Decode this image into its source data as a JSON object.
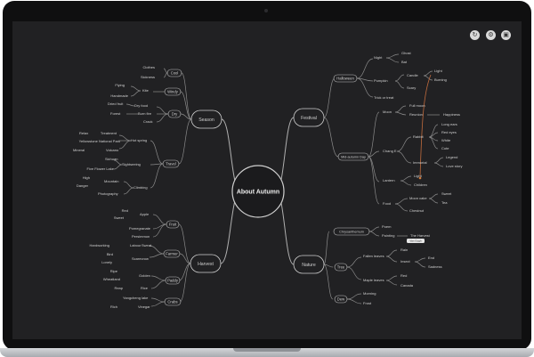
{
  "toolbar": {
    "buttons": [
      {
        "name": "refresh-button",
        "icon": "refresh-icon",
        "glyph": "↻"
      },
      {
        "name": "settings-button",
        "icon": "gear-icon",
        "glyph": "⚙"
      },
      {
        "name": "export-button",
        "icon": "image-icon",
        "glyph": "▣"
      }
    ]
  },
  "mindmap": {
    "root": "About Autumn",
    "branches": {
      "season": "Season",
      "festival": "Festival",
      "harvest": "Harvest",
      "nature": "Nature"
    },
    "season": {
      "cool": "Cool",
      "clothes": "Clothes",
      "sickness": "Sickness",
      "windy": "Windy",
      "flying": "Flying",
      "kite": "Kite",
      "handmade": "Handmade",
      "dry": "Dry",
      "dried_fruit": "Dried fruit",
      "dry_food": "Dry food",
      "forest": "Forest",
      "burn_fire": "Burn fire",
      "crack": "Crack",
      "travel": "Travel",
      "hot_spring": "Hot spring",
      "relax": "Relax",
      "treatment": "Treatment",
      "yellowstone": "Yellowstone National Park",
      "mineral": "Mineral",
      "volcano": "Volcano",
      "sightseeing": "Sightseeing",
      "sichuan": "Sichuan",
      "five_flower_lake": "Five Flower Lake",
      "climbing": "Climbing",
      "mountain": "Mountain",
      "high": "High",
      "danger": "Danger",
      "photography": "Photography"
    },
    "festival": {
      "halloween": "Halloween",
      "night": "Night",
      "ghost": "Ghost",
      "bat": "Bat",
      "pumpkin": "Pumpkin",
      "candle": "Candle",
      "light": "Light",
      "burning": "Burning",
      "scary": "Scary",
      "trick_or_treat": "Trick or treat",
      "mid_autumn": "Mid-autumn Day",
      "moon": "Moon",
      "full_moon": "Full moon",
      "reunion": "Reunion",
      "happiness": "Happiness",
      "change": "Chang E",
      "rabbit": "Rabbit",
      "long_ears": "Long ears",
      "red_eyes": "Red eyes",
      "white": "White",
      "cute": "Cute",
      "immortal": "Immortal",
      "legend": "Legend",
      "love_story": "Love story",
      "lantern": "Lantern",
      "lantern_light": "Light",
      "children": "Children",
      "food": "Food",
      "mooncake": "Moon cake",
      "sweet": "Sweet",
      "tea": "Tea",
      "chestnut": "Chestnut"
    },
    "harvest": {
      "fruit": "Fruit",
      "apple": "Apple",
      "red": "Red",
      "sweet": "Sweet",
      "pomegranate": "Pomegranate",
      "persimmon": "Persimmon",
      "farmer": "Farmer",
      "labour": "Labour",
      "sweat": "Sweat",
      "hardworking": "Hardworking",
      "bird": "Bird",
      "scarecrow": "Scarecrow",
      "lonely": "Lonely",
      "paddy": "Paddy",
      "ripe": "Ripe",
      "golden": "Golden",
      "wheatland": "Wheatland",
      "reap": "Reap",
      "rice": "Rice",
      "crabs": "Crabs",
      "yangcheng_lake": "Yangcheng lake",
      "rich": "Rich",
      "vinegar": "Vinegar"
    },
    "nature": {
      "chrysanthemum": "Chrysanthemum",
      "poem": "Poem",
      "painting": "Painting",
      "the_harvest": "The Harvest",
      "tag": "Van Gogh",
      "tree": "Tree",
      "fallen_leaves": "Fallen leaves",
      "rain": "Rain",
      "insect": "Insect",
      "end": "End",
      "sadness": "Sadness",
      "maple_leaves": "Maple leaves",
      "maple_red": "Red",
      "canada": "Canada",
      "dew": "Dew",
      "morning": "Morning",
      "frost": "Frost"
    }
  },
  "colors": {
    "screen_bg": "#212123",
    "line": "#8a8a8a",
    "node_stroke": "#bdbdbd",
    "text": "#cfcfcf",
    "root_fill": "#1b1b1d",
    "highlight_line": "#c06b3d"
  }
}
